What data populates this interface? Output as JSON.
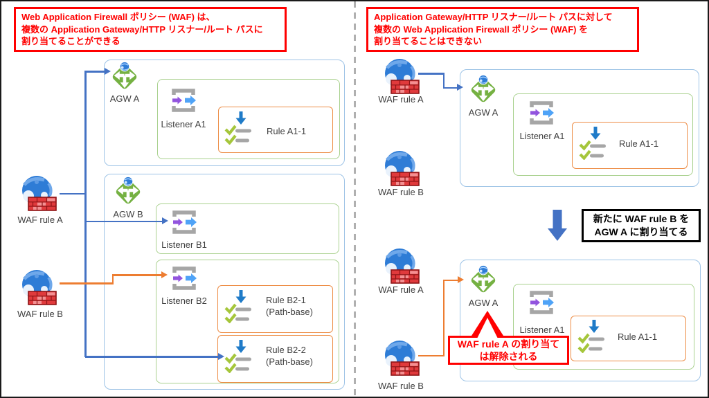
{
  "left": {
    "note_lines": [
      "Web Application Firewall ポリシー (WAF) は、",
      "複数の Application Gateway/HTTP リスナー/ルート パスに",
      "割り当てることができる"
    ],
    "waf_rule_a": "WAF rule A",
    "waf_rule_b": "WAF rule B",
    "agw_a": {
      "label": "AGW A",
      "listener_a1": "Listener A1",
      "rule_a1_1": "Rule A1-1"
    },
    "agw_b": {
      "label": "AGW B",
      "listener_b1": "Listener B1",
      "listener_b2": "Listener B2",
      "rule_b2_1": "Rule B2-1",
      "rule_b2_1_sub": "(Path-base)",
      "rule_b2_2": "Rule B2-2",
      "rule_b2_2_sub": "(Path-base)"
    }
  },
  "right": {
    "note_lines": [
      "Application Gateway/HTTP リスナー/ルート パスに対して",
      "複数の Web Application Firewall ポリシー (WAF) を",
      "割り当てることはできない"
    ],
    "top": {
      "waf_rule_a": "WAF rule A",
      "waf_rule_b": "WAF rule B",
      "agw_a": {
        "label": "AGW A",
        "listener_a1": "Listener A1",
        "rule_a1_1": "Rule A1-1"
      }
    },
    "action": {
      "line1": "新たに WAF rule B を",
      "line2": "AGW A に割り当てる"
    },
    "bottom": {
      "waf_rule_a": "WAF rule A",
      "waf_rule_b": "WAF rule B",
      "agw_a": {
        "label": "AGW A",
        "listener_a1": "Listener A1",
        "rule_a1_1": "Rule A1-1"
      },
      "callout_line1": "WAF rule A の割り当て",
      "callout_line2": "は解除される"
    }
  },
  "colors": {
    "blue_line": "#4472C4",
    "orange_line": "#ED7D31",
    "box_blue": "#9DC3E6",
    "box_green": "#A9D18E",
    "box_orange": "#ED8C44",
    "note_red": "#FF0000",
    "agw_green": "#75B142",
    "waf_globe_blue": "#2E7CD6",
    "wall_red": "#E03A3C"
  }
}
